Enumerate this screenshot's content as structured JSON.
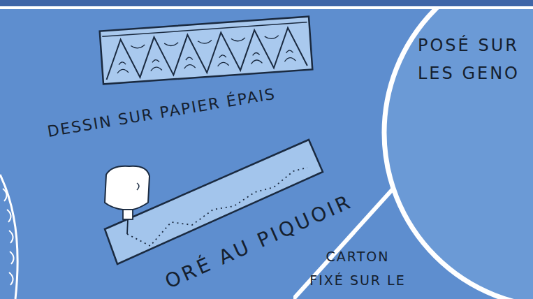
{
  "diagram": {
    "nodes": [
      {
        "text": [
          "DESSIN SUR PAPIER ÉPAIS",
          "ORÉ AU PIQUOIR"
        ]
      },
      {
        "text": [
          "POSÉ SUR LES GENO"
        ]
      },
      {
        "text": [
          "CARTON FIXÉ SUR LE"
        ]
      }
    ]
  }
}
